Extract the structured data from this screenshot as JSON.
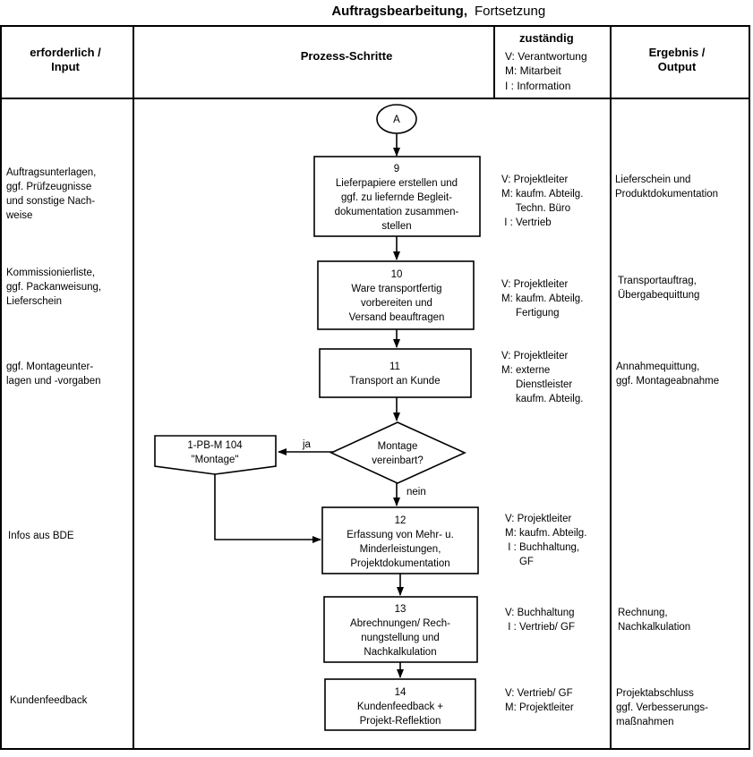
{
  "title": {
    "main": "Auftragsbearbeitung,",
    "sub": "Fortsetzung"
  },
  "headers": {
    "input": [
      "erforderlich /",
      "Input"
    ],
    "process": "Prozess-Schritte",
    "responsible_title": "zuständig",
    "responsible_legend": [
      "V: Verantwortung",
      "M: Mitarbeit",
      "I : Information"
    ],
    "output": [
      "Ergebnis /",
      "Output"
    ]
  },
  "connector": "A",
  "steps": [
    {
      "id": "step-9",
      "lines": [
        "9",
        "Lieferpapiere erstellen und",
        "ggf. zu liefernde Begleit-",
        "dokumentation zusammen-",
        "stellen"
      ],
      "input": [
        "Auftragsunterlagen,",
        "ggf. Prüfzeugnisse",
        "und sonstige Nach-",
        "weise"
      ],
      "responsible": [
        "V: Projektleiter",
        "M: kaufm. Abteilg.",
        "     Techn. Büro",
        " I : Vertrieb"
      ],
      "output": [
        "Lieferschein und",
        "Produktdokumentation"
      ]
    },
    {
      "id": "step-10",
      "lines": [
        "10",
        "Ware transportfertig",
        "vorbereiten und",
        "Versand beauftragen"
      ],
      "input": [
        "Kommissionierliste,",
        "ggf. Packanweisung,",
        "Lieferschein"
      ],
      "responsible": [
        "V: Projektleiter",
        "M: kaufm. Abteilg.",
        "     Fertigung"
      ],
      "output": [
        "Transportauftrag,",
        "Übergabequittung"
      ]
    },
    {
      "id": "step-11",
      "lines": [
        "11",
        "Transport an Kunde"
      ],
      "input": [
        "ggf. Montageunter-",
        "lagen und -vorgaben"
      ],
      "responsible": [
        "V: Projektleiter",
        "M: externe",
        "     Dienstleister",
        "     kaufm. Abteilg."
      ],
      "output": [
        "Annahmequittung,",
        "ggf. Montageabnahme"
      ]
    },
    {
      "id": "step-12",
      "lines": [
        "12",
        "Erfassung von Mehr- u.",
        "Minderleistungen,",
        "Projektdokumentation"
      ],
      "input": [
        "Infos aus BDE"
      ],
      "responsible": [
        "V: Projektleiter",
        "M: kaufm. Abteilg.",
        " I : Buchhaltung,",
        "     GF"
      ],
      "output": []
    },
    {
      "id": "step-13",
      "lines": [
        "13",
        "Abrechnungen/ Rech-",
        "nungstellung und",
        "Nachkalkulation"
      ],
      "input": [],
      "responsible": [
        "V: Buchhaltung",
        " I : Vertrieb/ GF"
      ],
      "output": [
        "Rechnung,",
        "Nachkalkulation"
      ]
    },
    {
      "id": "step-14",
      "lines": [
        "14",
        "Kundenfeedback +",
        "Projekt-Reflektion"
      ],
      "input": [
        "Kundenfeedback"
      ],
      "responsible": [
        "V: Vertrieb/ GF",
        "M: Projektleiter"
      ],
      "output": [
        "Projektabschluss",
        "ggf. Verbesserungs-",
        "maßnahmen"
      ]
    }
  ],
  "decision": {
    "lines": [
      "Montage",
      "vereinbart?"
    ],
    "yes_label": "ja",
    "no_label": "nein"
  },
  "reference": {
    "lines": [
      "1-PB-M 104",
      "\"Montage\""
    ]
  }
}
